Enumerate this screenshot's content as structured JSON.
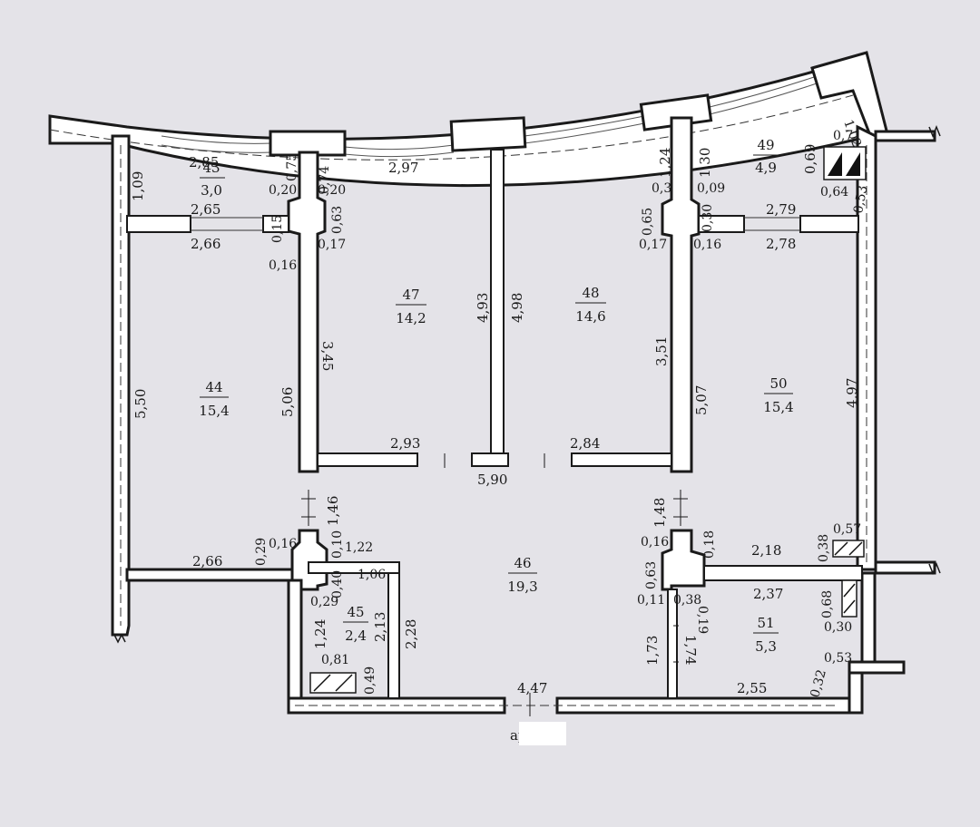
{
  "rooms": [
    {
      "id": "43",
      "no": "43",
      "area": "3,0"
    },
    {
      "id": "44",
      "no": "44",
      "area": "15,4"
    },
    {
      "id": "45",
      "no": "45",
      "area": "2,4"
    },
    {
      "id": "46",
      "no": "46",
      "area": "19,3"
    },
    {
      "id": "47",
      "no": "47",
      "area": "14,2"
    },
    {
      "id": "48",
      "no": "48",
      "area": "14,6"
    },
    {
      "id": "49",
      "no": "49",
      "area": "4,9"
    },
    {
      "id": "50",
      "no": "50",
      "area": "15,4"
    },
    {
      "id": "51",
      "no": "51",
      "area": "5,3"
    }
  ],
  "dims": {
    "d285": "2,85",
    "d075": "0,75",
    "d074": "0,74",
    "d297": "2,97",
    "d109": "1,09",
    "d020a": "0,20",
    "d020b": "0,20",
    "d265": "2,65",
    "d015": "0,15",
    "d063a": "0,63",
    "d266a": "2,66",
    "d016a": "0,16",
    "d017a": "0,17",
    "d493": "4,93",
    "d498": "4,98",
    "d124a": "1,24",
    "d130": "1,30",
    "d03": "0,3",
    "d009": "0,09",
    "d065": "0,65",
    "d030a": "0,30",
    "d279": "2,79",
    "d017b": "0,17",
    "d016b": "0,16",
    "d278": "2,78",
    "d102": "1,02",
    "d071": "0,71",
    "d069": "0,69",
    "d064": "0,64",
    "d053a": "0,53",
    "d345": "3,45",
    "d351": "3,51",
    "d550": "5,50",
    "d506": "5,06",
    "d507": "5,07",
    "d497": "4,97",
    "d293": "2,93",
    "d284": "2,84",
    "d590": "5,90",
    "d146": "1,46",
    "d148": "1,48",
    "d029a": "0,29",
    "d016c": "0,16",
    "d010": "0,10",
    "d122": "1,22",
    "d266b": "2,66",
    "d040": "0,40",
    "d106": "1,06",
    "d029b": "0,29",
    "d124b": "1,24",
    "d213": "2,13",
    "d228": "2,28",
    "d081": "0,81",
    "d049": "0,49",
    "d016d": "0,16",
    "d018": "0,18",
    "d218": "2,18",
    "d038a": "0,38",
    "d057": "0,57",
    "d063b": "0,63",
    "d011": "0,11",
    "d038b": "0,38",
    "d019": "0,19",
    "d237": "2,37",
    "d068": "0,68",
    "d030b": "0,30",
    "d173": "1,73",
    "d174": "1,74",
    "d053b": "0,53",
    "d032": "0,32",
    "d255": "2,55",
    "d447": "4,47",
    "dapt": "ap"
  }
}
